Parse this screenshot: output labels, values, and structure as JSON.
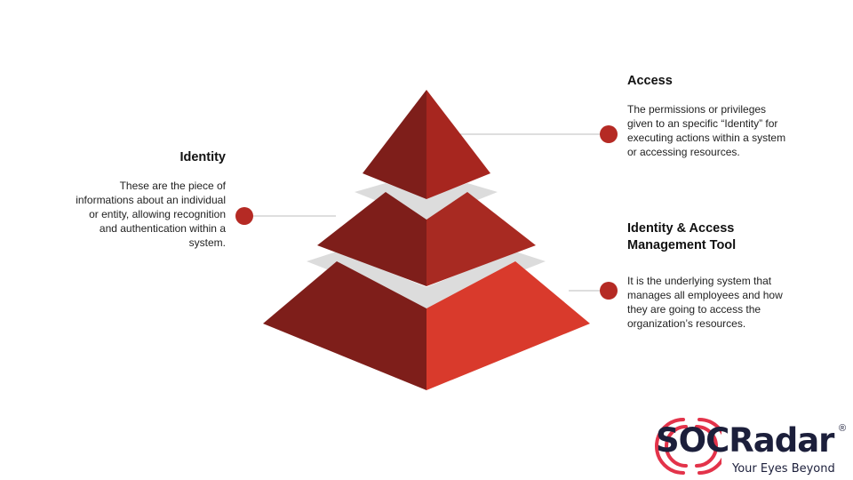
{
  "levels": [
    {
      "id": "access",
      "title": "Access",
      "description": "The permissions or privileges given to an specific “Identity” for executing actions within a system or accessing resources."
    },
    {
      "id": "identity",
      "title": "Identity",
      "description": "These are the piece of informations about an individual or entity, allowing recognition and authentication within a system."
    },
    {
      "id": "iam",
      "title": "Identity & Access Management Tool",
      "description": "It is the underlying system that manages all employees and how they are going to access the organization’s resources."
    }
  ],
  "colors": {
    "tier_dark": "#7e1e1a",
    "tier_top_right": "#a7261f",
    "tier_mid_right": "#a82a22",
    "tier_bottom_right": "#d93a2c",
    "separator": "#dcdcdc",
    "marker": "#b52a24",
    "connector": "#bdbdbd",
    "logo_text": "#1c1f3b",
    "logo_accent": "#e3334a"
  },
  "logo": {
    "wordmark": "SOCRadar",
    "registered": "®",
    "tagline": "Your Eyes Beyond",
    "icon": "radar-waves-icon"
  }
}
